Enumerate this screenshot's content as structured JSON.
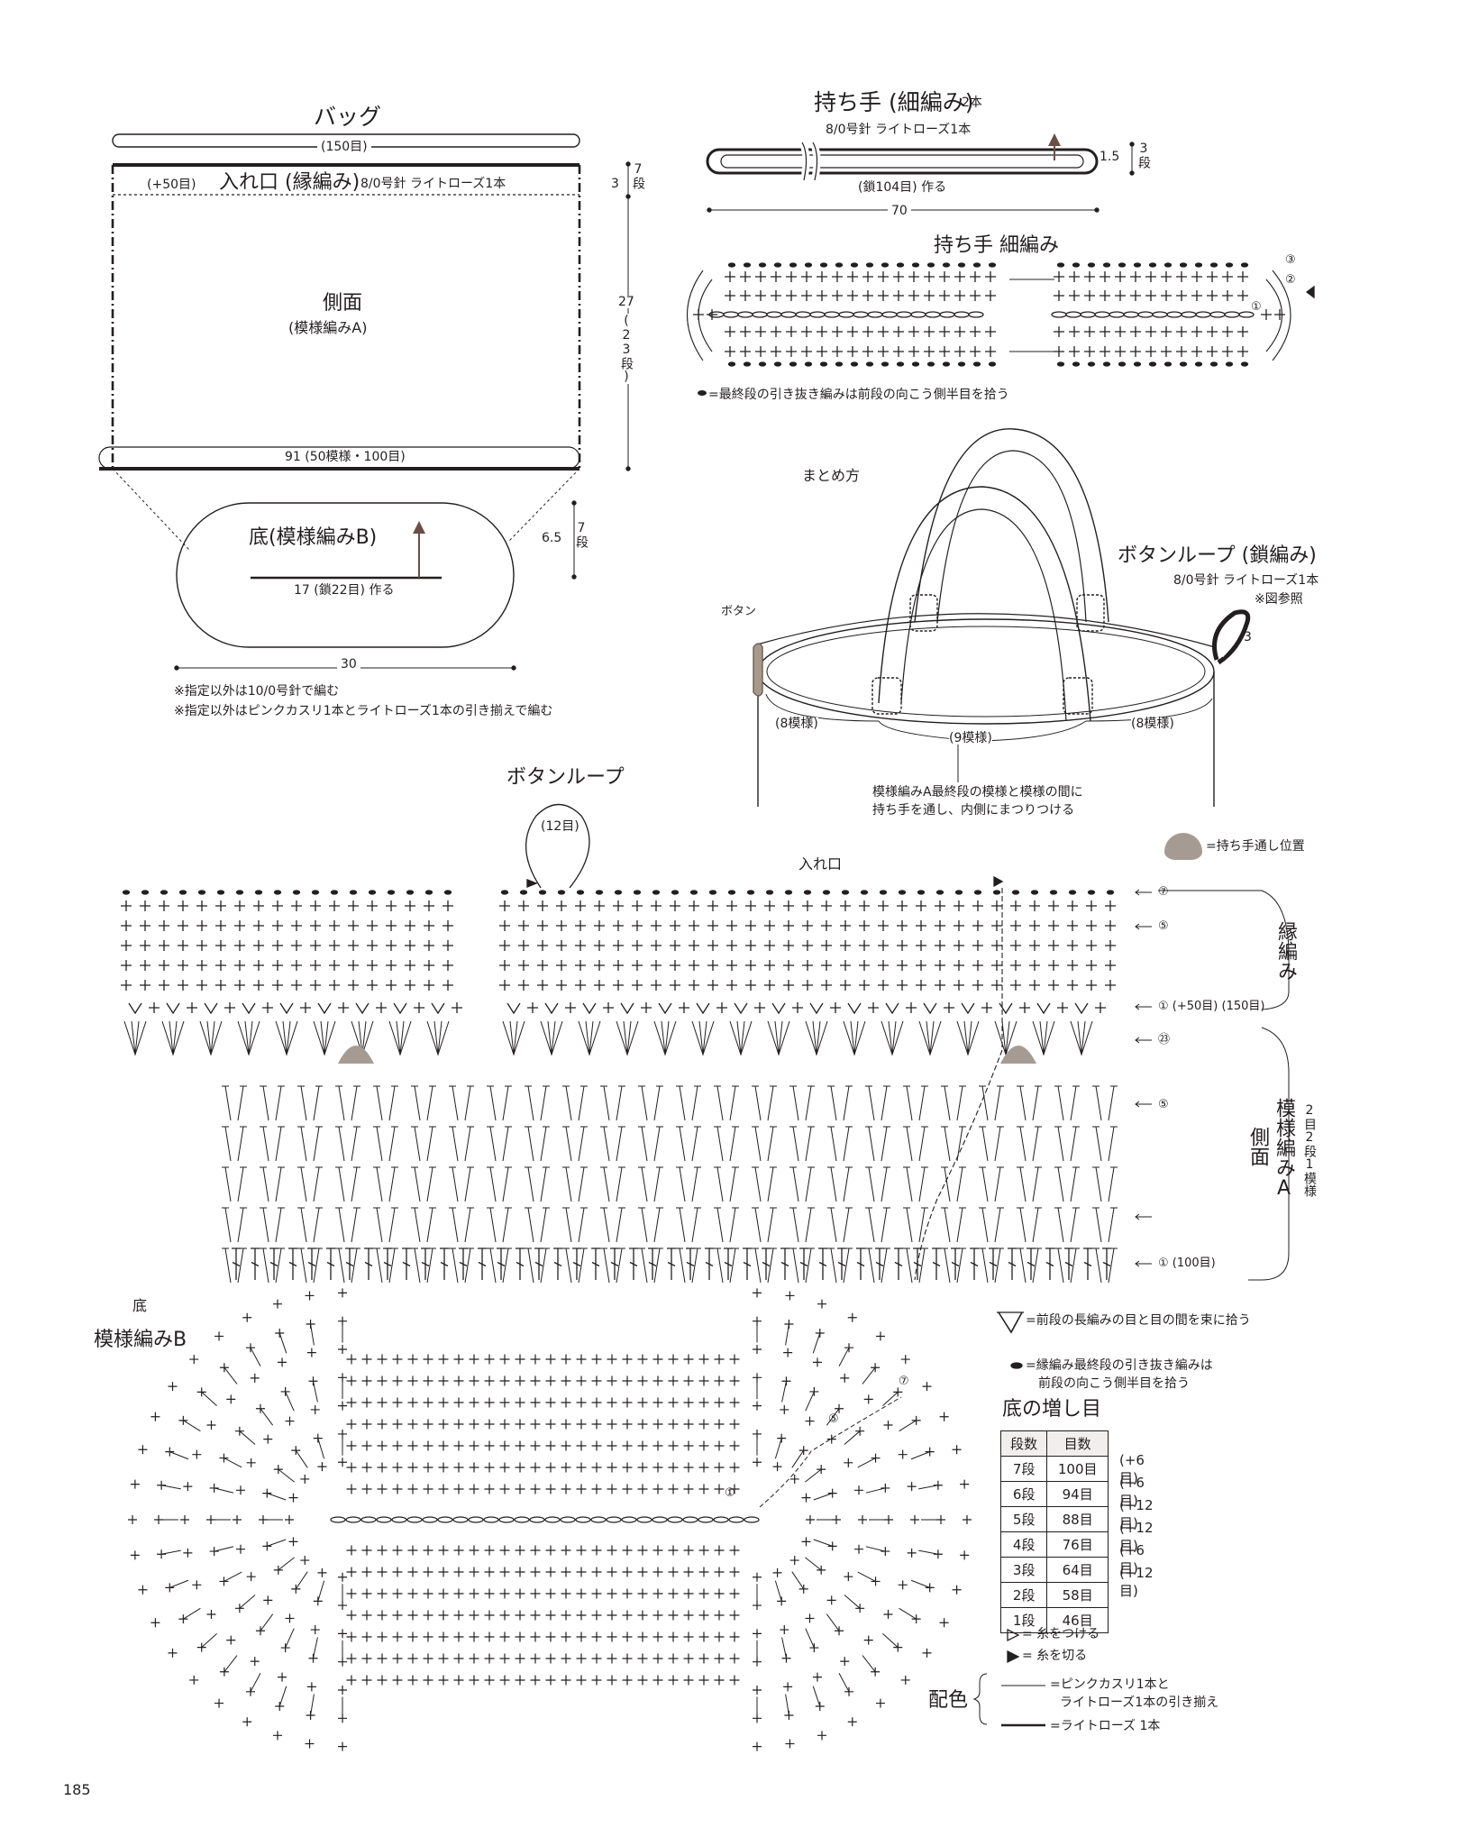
{
  "page_number": "185",
  "bag": {
    "title": "バッグ",
    "top_count": "(150目)",
    "plus50": "(+50目)",
    "rim_title": "入れ口 (縁編み)",
    "rim_needle": "8/0号針  ライトローズ1本",
    "side_title": "側面",
    "side_sub": "(模様編みA)",
    "bottom_count": "91 (50模様・100目)",
    "dim_rim_cm": "3",
    "dim_rim_rows": "7段",
    "dim_side_cm": "27",
    "dim_side_rows": "(23段)",
    "base_title": "底(模様編みB)",
    "base_chain": "17 (鎖22目) 作る",
    "base_dim_cm": "6.5",
    "base_dim_rows": "7段",
    "base_width": "30",
    "note1": "※指定以外は10/0号針で編む",
    "note2": "※指定以外はピンクカスリ1本とライトローズ1本の引き揃えで編む"
  },
  "handle": {
    "title": "持ち手 (細編み)",
    "count": "2本",
    "needle": "8/0号針  ライトローズ1本",
    "dim_cm": "1.5",
    "dim_rows": "3段",
    "chain": "(鎖104目) 作る",
    "length": "70",
    "chart_title": "持ち手  細編み",
    "rows": [
      "③",
      "②",
      "①"
    ],
    "note": "=最終段の引き抜き編みは前段の向こう側半目を拾う"
  },
  "assembly": {
    "title": "まとめ方",
    "loop_title": "ボタンループ (鎖編み)",
    "loop_needle": "8/0号針  ライトローズ1本",
    "loop_ref": "※図参照",
    "loop_dim": "3",
    "button": "ボタン",
    "m8a": "(8模様)",
    "m9": "(9模様)",
    "m8b": "(8模様)",
    "note1": "模様編みA最終段の模様と模様の間に",
    "note2": "持ち手を通し、内側にまつりつける",
    "pass_legend": "=持ち手通し位置"
  },
  "body_chart": {
    "loop_title": "ボタンループ",
    "loop_count": "(12目)",
    "rim_label": "入れ口",
    "row7": "⑦",
    "row5": "⑤",
    "row1": "① (+50目) (150目)",
    "row23": "㉓",
    "side_row5": "⑤",
    "side_row1": "① (100目)",
    "rim_section": "縁編み",
    "pattern_section": "模様編みA",
    "side_section": "側面",
    "pattern_repeat": "2目2段1模様"
  },
  "base_chart": {
    "title1": "底",
    "title2": "模様編みB",
    "r1": "①",
    "r5": "⑤",
    "r7": "⑦"
  },
  "legend": {
    "v_note": "=前段の長編みの目と目の間を束に拾う",
    "dot_note1": "=縁編み最終段の引き抜き編みは",
    "dot_note2": "前段の向こう側半目を拾う",
    "attach": "= 糸をつける",
    "cut": "= 糸を切る",
    "color_title": "配色",
    "color1a": "=ピンクカスリ1本と",
    "color1b": "ライトローズ1本の引き揃え",
    "color2": "=ライトローズ 1本"
  },
  "increase_table": {
    "title": "底の増し目",
    "headers": [
      "段数",
      "目数"
    ],
    "rows": [
      {
        "row": "7段",
        "count": "100目",
        "add": "(+6目)"
      },
      {
        "row": "6段",
        "count": "94目",
        "add": "(+6目)"
      },
      {
        "row": "5段",
        "count": "88目",
        "add": "(+12目)"
      },
      {
        "row": "4段",
        "count": "76目",
        "add": "(+12目)"
      },
      {
        "row": "3段",
        "count": "64目",
        "add": "(+6目)"
      },
      {
        "row": "2段",
        "count": "58目",
        "add": "(+12目)"
      },
      {
        "row": "1段",
        "count": "46目",
        "add": ""
      }
    ]
  }
}
